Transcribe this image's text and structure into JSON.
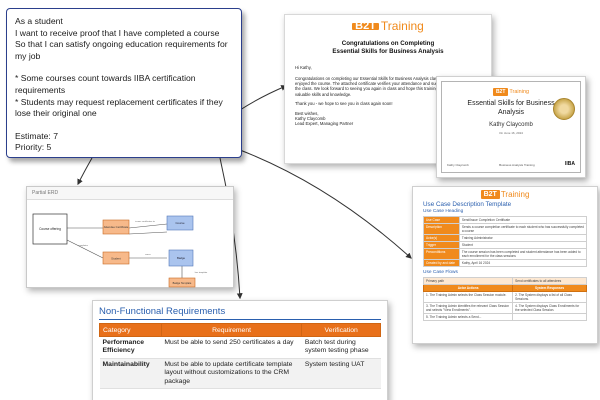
{
  "story": {
    "lines": [
      "As a student",
      "I want to receive proof that I have completed a course",
      "So that I can satisfy ongoing education requirements for my job"
    ],
    "bullets": [
      "* Some courses count towards IIBA certification requirements",
      "* Students may request replacement certificates if they lose their original one"
    ],
    "estimate": "Estimate: 7",
    "priority": "Priority: 5"
  },
  "brand": {
    "logo": "B2T",
    "name": "Training",
    "orange": "#f08a1c",
    "blue": "#2a5fae",
    "navy": "#2b3f8c"
  },
  "email": {
    "title_line1": "Congratulations on Completing",
    "title_line2": "Essential Skills for Business Analysis",
    "greeting": "Hi Kathy,",
    "body": "Congratulations on completing our Essential Skills for Business Analysis class! We hope you enjoyed the course. The attached certificate verifies your attendance and successful completion of the class. We look forward to seeing you again in class and hope this training provided you with valuable skills and knowledge.",
    "thanks": "Thank you - we hope to see you in class again soon!",
    "signoff": "Best wishes,",
    "signer": "Kathy Claycomb",
    "signer_title": "Lead Expert, Managing Partner"
  },
  "certificate": {
    "title_line1": "Essential Skills for Business",
    "title_line2": "Analysis",
    "name": "Kathy Claycomb",
    "line": "On June 16, 2024",
    "footer_left": "Kathy Claycomb",
    "footer_mid": "Business Analysis Training",
    "footer_right": "IIBA"
  },
  "erd": {
    "header": "Partial ERD",
    "entities": {
      "e1": "Course offering",
      "e2": "Attendee Certificate",
      "e3": "Student",
      "e4": "Course",
      "e5": "Badge",
      "e6": "Badge Template"
    },
    "rels": {
      "r1": "issues certificates to",
      "r2": "earns",
      "r3": "completes",
      "r4": "has template"
    }
  },
  "usecase": {
    "title": "Use Case Description Template",
    "sub_heading": "Use Case Heading",
    "rows": [
      {
        "k": "Use Case",
        "v": "Send/Issue Completion Certificate"
      },
      {
        "k": "Description",
        "v": "Sends a course completion certificate to each student who has successfully completed a course"
      },
      {
        "k": "Actor(s)",
        "v": "Training Administrator"
      },
      {
        "k": "Trigger",
        "v": "Student"
      },
      {
        "k": "Preconditions",
        "v": "The course session has been completed and student attendance has been added to each enrollment for the class sessions"
      },
      {
        "k": "Created by and date",
        "v": "Kathy, April 16 2024"
      }
    ],
    "flows_heading": "Use Case Flows",
    "flow_row_k": "Primary path",
    "flow_row_v": "Send certificates to all attendees",
    "col_actor": "Actor Actions",
    "col_system": "System Responses",
    "steps": [
      {
        "a": "1. The Training Admin selects the Class Session module.",
        "s": "2. The System displays a list of all Class Sessions."
      },
      {
        "a": "3. The Training Admin identifies the relevant Class Session and selects \"View Enrollments\".",
        "s": "4. The System displays Class Enrollments for the selected Class Session."
      },
      {
        "a": "5. The Training Admin selects a Send...",
        "s": ""
      }
    ]
  },
  "nfr": {
    "title": "Non-Functional Requirements",
    "headers": [
      "Category",
      "Requirement",
      "Verification"
    ],
    "rows": [
      {
        "cat": "Performance Efficiency",
        "req": "Must be able to send 250 certificates a day",
        "ver": "Batch test during system testing phase"
      },
      {
        "cat": "Maintainability",
        "req": "Must be able to update certificate template layout without customizations to the CRM package",
        "ver": "System testing UAT"
      }
    ]
  }
}
